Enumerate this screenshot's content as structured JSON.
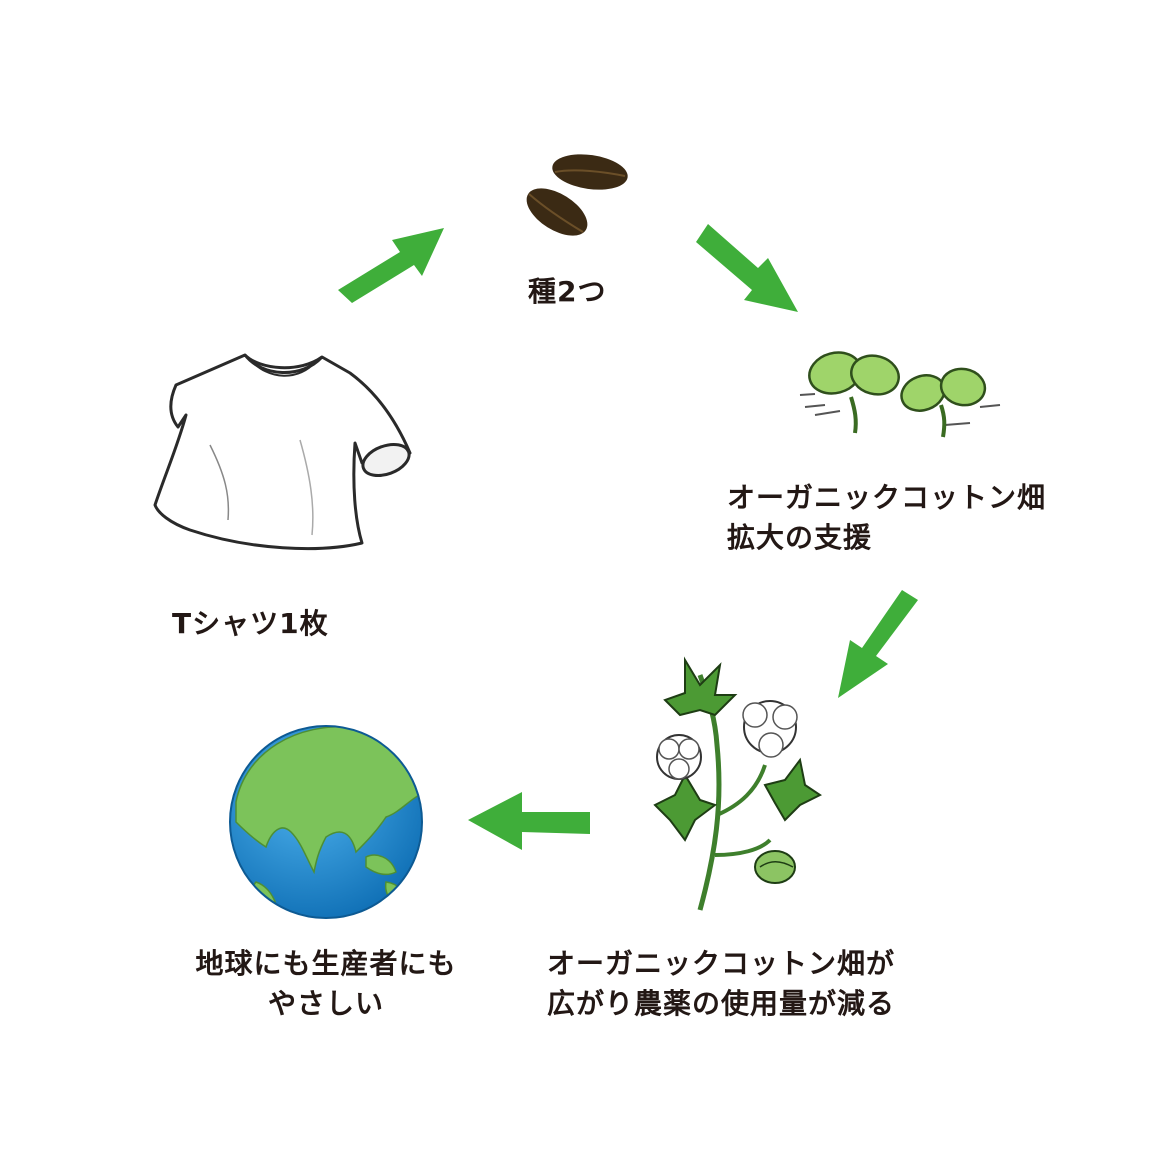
{
  "diagram": {
    "colors": {
      "arrow": "#3fae3a",
      "text": "#231815",
      "leaf": "#9fd46a",
      "ocean": "#1f8fd4",
      "land": "#7cc35a",
      "seed": "#3b2a14"
    },
    "nodes": {
      "tshirt": {
        "label": "Tシャツ1枚",
        "icon": "tshirt-icon"
      },
      "seeds": {
        "label": "種2つ",
        "icon": "seeds-icon"
      },
      "sprouts": {
        "label_line1": "オーガニックコットン畑",
        "label_line2": "拡大の支援",
        "icon": "sprouts-icon"
      },
      "cotton": {
        "label_line1": "オーガニックコットン畑が",
        "label_line2": "広がり農薬の使用量が減る",
        "icon": "cotton-plant-icon"
      },
      "earth": {
        "label_line1": "地球にも生産者にも",
        "label_line2": "やさしい",
        "icon": "earth-icon"
      }
    }
  }
}
